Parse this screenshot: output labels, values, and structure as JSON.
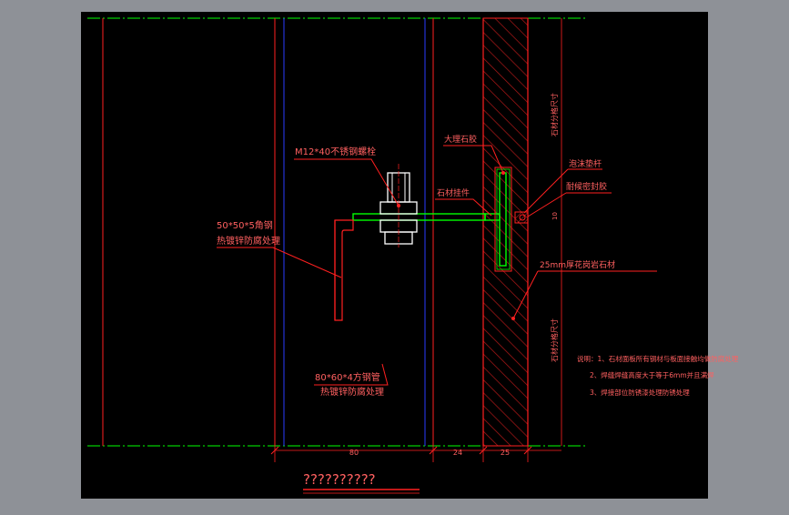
{
  "drawing": {
    "title": "??????????",
    "labels": {
      "bolt": "M12*40不锈钢螺栓",
      "angle_line1": "50*50*5角钢",
      "angle_line2": "热镀锌防腐处理",
      "marble_glue": "大理石胶",
      "stone_hanger": "石材挂件",
      "foam_rod": "泡沫垫杆",
      "sealant": "耐候密封胶",
      "stone_panel": "25mm厚花岗岩石材",
      "steel_tube_line1": "80*60*4方钢管",
      "steel_tube_line2": "热镀锌防腐处理",
      "joint_width_top": "石材分格尺寸",
      "joint_width_bottom": "石材分格尺寸",
      "joint_gap": "10"
    },
    "notes": [
      "说明：1、石材面板所有钢材与板面接触均做防腐处理",
      "2、焊缝焊缝高度大于等于6mm并且满焊",
      "3、焊接部位防锈漆处理防锈处理"
    ],
    "dimensions": [
      "80",
      "24",
      "25"
    ],
    "colors": {
      "background": "#000000",
      "frame": "#8e9197",
      "red": "#ff2020",
      "green": "#00ff00",
      "blue": "#2a3cff",
      "white": "#ffffff",
      "label": "#ff6060",
      "hatch": "#b01818"
    }
  }
}
